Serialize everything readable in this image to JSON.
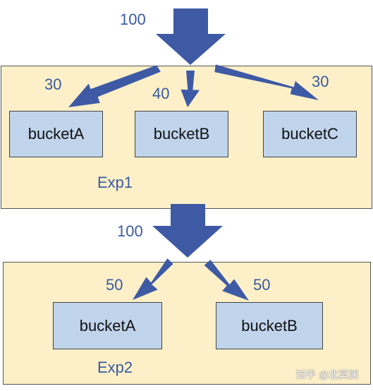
{
  "colors": {
    "arrow": "#3e5aa5",
    "panel_fill": "#fdf0c8",
    "bucket_fill": "#c0d4ec",
    "number_text": "#3a5aa0"
  },
  "exp1": {
    "label": "Exp1",
    "incoming": "100",
    "buckets": [
      {
        "name": "bucketA",
        "value": "30"
      },
      {
        "name": "bucketB",
        "value": "40"
      },
      {
        "name": "bucketC",
        "value": "30"
      }
    ]
  },
  "exp2": {
    "label": "Exp2",
    "incoming": "100",
    "buckets": [
      {
        "name": "bucketA",
        "value": "50"
      },
      {
        "name": "bucketB",
        "value": "50"
      }
    ]
  },
  "watermark": "知乎 @北冥渊"
}
